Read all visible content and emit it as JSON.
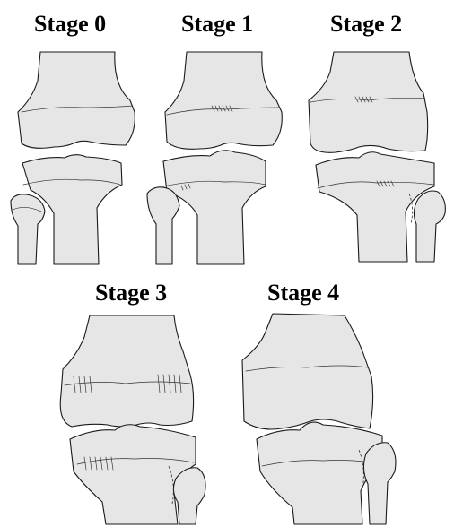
{
  "stages": [
    {
      "label": "Stage 0"
    },
    {
      "label": "Stage 1"
    },
    {
      "label": "Stage 2"
    },
    {
      "label": "Stage 3"
    },
    {
      "label": "Stage 4"
    }
  ],
  "colors": {
    "bone_fill": "#e6e6e6",
    "outline": "#1a1a1a"
  }
}
